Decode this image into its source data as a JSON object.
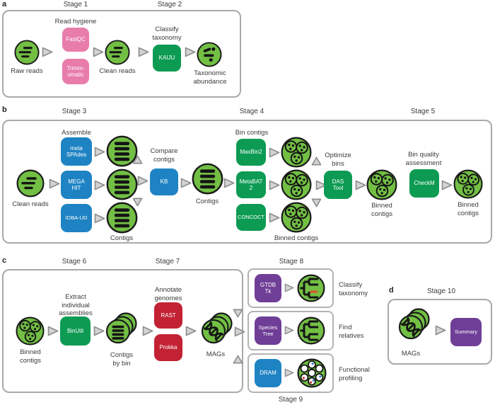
{
  "colors": {
    "node_green": "#72bf44",
    "tool_green": "#0d9b53",
    "tool_blue": "#1e83c3",
    "tool_pink": "#e87cab",
    "tool_red": "#c22233",
    "tool_purple": "#6f3e97",
    "arrow_gray": "#d3d3d3",
    "panel_border": "#a9a9a9",
    "tree_highlight": "#e4502e",
    "dot_blue": "#3a7fc1",
    "dot_red": "#c0392b"
  },
  "a": {
    "letter": "a",
    "stage1": "Stage 1",
    "stage2": "Stage 2",
    "raw_reads": "Raw reads",
    "read_hygiene": "Read hygiene",
    "fastqc": "FastQC",
    "trimm1": "Trimm-",
    "trimm2": "omatic",
    "clean_reads": "Clean reads",
    "classify1": "Classify",
    "classify2": "taxonomy",
    "kaiju": "KAIJU",
    "tax1": "Taxonomic",
    "tax2": "abundance"
  },
  "b": {
    "letter": "b",
    "stage3": "Stage 3",
    "stage4": "Stage 4",
    "stage5": "Stage 5",
    "clean_reads": "Clean reads",
    "assemble": "Assemble",
    "metaspades1": "meta",
    "metaspades2": "SPAdes",
    "megahit1": "MEGA",
    "megahit2": "HIT",
    "idba": "IDBA-UD",
    "contigs_label": "Contigs",
    "compare1": "Compare",
    "compare2": "contigs",
    "kb": "KB",
    "contigs_label2": "Contigs",
    "bin_contigs": "Bin contigs",
    "maxbin": "MaxBin2",
    "metabat1": "MetaBAT",
    "metabat2": "2",
    "concoct": "CONCOCT",
    "binned_contigs": "Binned contigs",
    "optimize1": "Optimize",
    "optimize2": "bins",
    "das1": "DAS",
    "das2": "Tool",
    "binned1a": "Binned",
    "binned1b": "contigs",
    "quality1": "Bin quality",
    "quality2": "assessment",
    "checkm": "CheckM",
    "binned2a": "Binned",
    "binned2b": "contigs"
  },
  "c": {
    "letter": "c",
    "stage6": "Stage 6",
    "stage7": "Stage 7",
    "stage8": "Stage 8",
    "stage9": "Stage 9",
    "binned1": "Binned",
    "binned2": "contigs",
    "extract1": "Extract",
    "extract2": "individual",
    "extract3": "assemblies",
    "binutil": "BinUtil",
    "contigs_by_bin1": "Contigs",
    "contigs_by_bin2": "by bin",
    "annotate1": "Annotate",
    "annotate2": "genomes",
    "rast": "RAST",
    "prokka": "Prokka",
    "mags": "MAGs",
    "gtdb1": "GTDB",
    "gtdb2": "Tk",
    "classify1": "Classify",
    "classify2": "taxonomy",
    "species1": "Species",
    "species2": "Tree",
    "find1": "Find",
    "find2": "relatives",
    "dram": "DRAM",
    "functional1": "Functional",
    "functional2": "profiling"
  },
  "d": {
    "letter": "d",
    "stage10": "Stage 10",
    "mags": "MAGs",
    "summary": "Summary"
  }
}
